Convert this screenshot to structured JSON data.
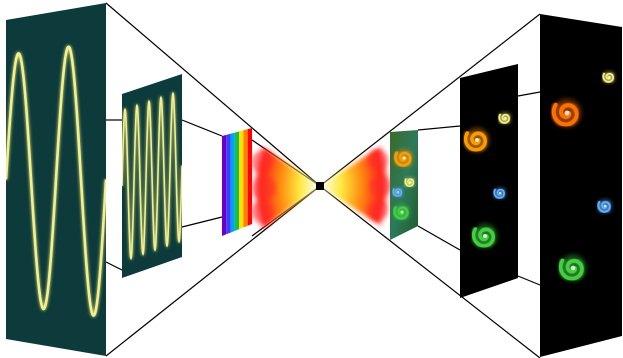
{
  "diagram": {
    "left_panels": [
      {
        "kind": "wave",
        "cycles": 2,
        "background": "#0d3b3b",
        "wave_color": "#f3f08a"
      },
      {
        "kind": "wave",
        "cycles": 5,
        "background": "#0d3b3b",
        "wave_color": "#f3f08a"
      },
      {
        "kind": "spectrum",
        "colors": [
          "#6a00c8",
          "#3f3cff",
          "#00a0ff",
          "#18c040",
          "#ffe000",
          "#ff8000",
          "#ff0000"
        ]
      }
    ],
    "center": {
      "kind": "focal-point",
      "color": "#000000",
      "glow_colors": [
        "#ff2020",
        "#ff8a00",
        "#ffe000",
        "#ffffff"
      ]
    },
    "right_panels": [
      {
        "kind": "swirl-card",
        "background": "#1b5a2a",
        "swirl_colors": [
          "#ff9a00",
          "#f5f080",
          "#60b0ff",
          "#40d040"
        ]
      },
      {
        "kind": "swirl-panel",
        "background": "#000000",
        "swirl_colors": [
          "#ff9a00",
          "#f5f080",
          "#60b0ff",
          "#40d040"
        ]
      },
      {
        "kind": "swirl-panel",
        "background": "#000000",
        "swirl_colors": [
          "#ff7000",
          "#f5f080",
          "#60b0ff",
          "#40d040"
        ]
      }
    ],
    "line_color": "#000000"
  }
}
